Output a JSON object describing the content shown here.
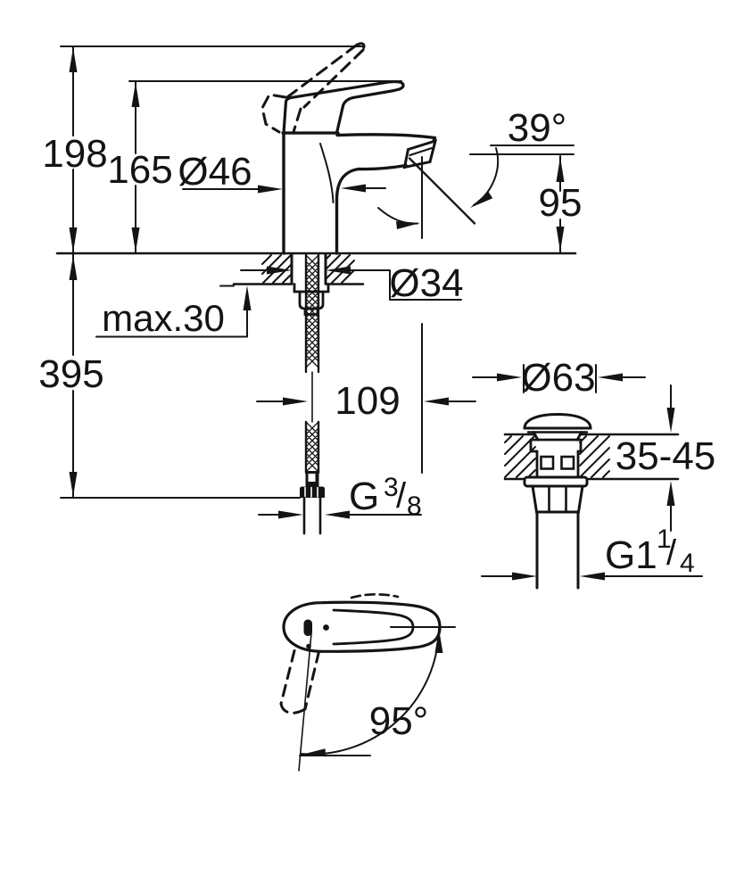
{
  "colors": {
    "ink": "#141414",
    "paper": "#ffffff"
  },
  "views": {
    "side_view": {
      "dims": {
        "overall_height": "198",
        "tip_height": "165",
        "body_diameter": "Ø46",
        "stream_angle": "39°",
        "outlet_height": "95",
        "max_deck_thickness": "max.30",
        "shank_diameter": "Ø34",
        "below_deck_length": "395",
        "spout_reach": "109",
        "supply_thread": {
          "prefix": "G",
          "num": "3",
          "slash": "/",
          "den": "8"
        }
      }
    },
    "drain_view": {
      "dims": {
        "flange_diameter": "Ø63",
        "deck_thickness_range": "35-45",
        "waste_thread": {
          "prefix": "G1",
          "num": "1",
          "slash": "/",
          "den": "4"
        }
      }
    },
    "top_view": {
      "dims": {
        "swivel_angle": "95°"
      }
    }
  }
}
